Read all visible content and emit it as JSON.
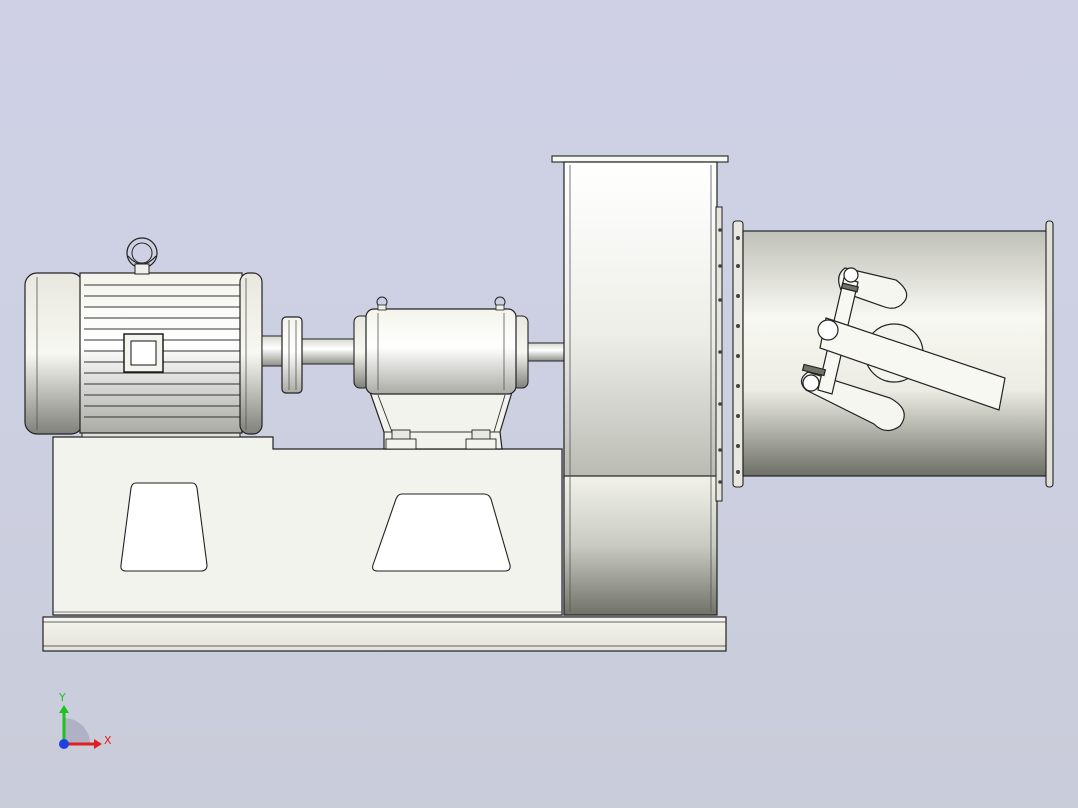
{
  "view": {
    "background_top": "#cfd0e6",
    "background_bottom": "#c9ccd9"
  },
  "model": {
    "parts": [
      "motor",
      "eye-bolt",
      "terminal-box",
      "coupling",
      "bearing-housing",
      "shaft",
      "fan-housing",
      "inlet-duct",
      "damper-handle",
      "base-frame",
      "base-plate"
    ]
  },
  "triad": {
    "x_label": "X",
    "y_label": "Y",
    "x_color": "#e02020",
    "y_color": "#20c020",
    "z_color": "#2040e0"
  }
}
